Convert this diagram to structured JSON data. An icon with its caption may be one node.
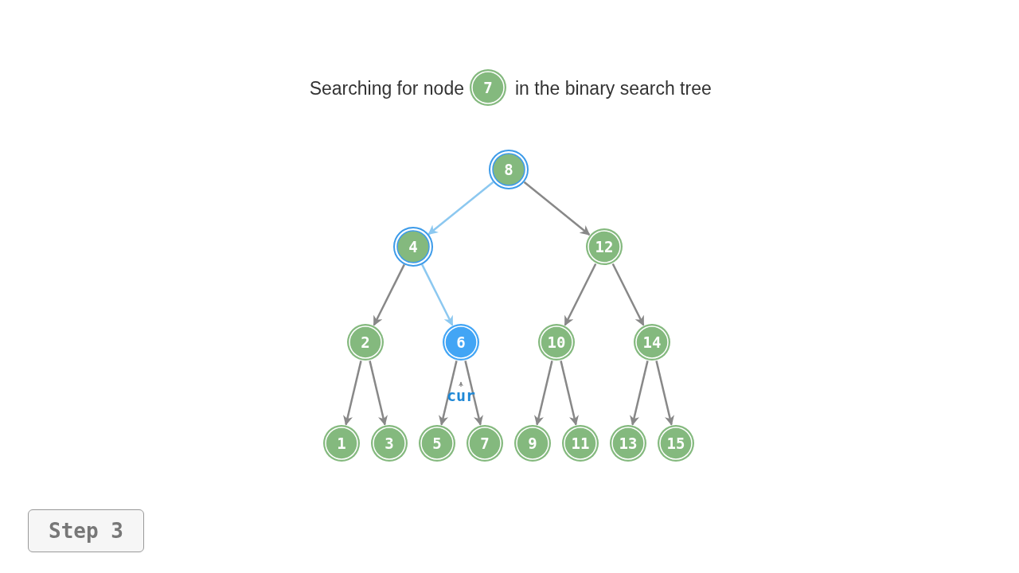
{
  "diagram": {
    "nodes": [
      {
        "text": [
          "8"
        ]
      },
      {
        "text": [
          "4"
        ]
      },
      {
        "text": [
          "12"
        ]
      },
      {
        "text": [
          "2"
        ]
      },
      {
        "text": [
          "6"
        ]
      },
      {
        "text": [
          "10"
        ]
      },
      {
        "text": [
          "14"
        ]
      },
      {
        "text": [
          "1"
        ]
      },
      {
        "text": [
          "3"
        ]
      },
      {
        "text": [
          "5"
        ]
      },
      {
        "text": [
          "7"
        ]
      },
      {
        "text": [
          "9"
        ]
      },
      {
        "text": [
          "11"
        ]
      },
      {
        "text": [
          "13"
        ]
      },
      {
        "text": [
          "15"
        ]
      },
      {
        "text": [
          "7"
        ]
      },
      {
        "text": [
          "Step 3"
        ]
      },
      {
        "text": [
          "cur"
        ]
      }
    ],
    "edges": [
      {
        "from": 0,
        "to": 1,
        "arrow": "to",
        "color": "#8cc8f0"
      },
      {
        "from": 0,
        "to": 2,
        "arrow": "to"
      },
      {
        "from": 1,
        "to": 3,
        "arrow": "to"
      },
      {
        "from": 1,
        "to": 4,
        "arrow": "to",
        "color": "#8cc8f0"
      },
      {
        "from": 2,
        "to": 5,
        "arrow": "to"
      },
      {
        "from": 2,
        "to": 6,
        "arrow": "to"
      },
      {
        "from": 3,
        "to": 7,
        "arrow": "to"
      },
      {
        "from": 3,
        "to": 8,
        "arrow": "to"
      },
      {
        "from": 4,
        "to": 9,
        "arrow": "to"
      },
      {
        "from": 4,
        "to": 10,
        "arrow": "to"
      },
      {
        "from": 5,
        "to": 11,
        "arrow": "to"
      },
      {
        "from": 5,
        "to": 12,
        "arrow": "to"
      },
      {
        "from": 6,
        "to": 13,
        "arrow": "to"
      },
      {
        "from": 6,
        "to": 14,
        "arrow": "to"
      },
      {
        "from": 17,
        "to": 4,
        "arrow": "to"
      }
    ],
    "labels": [
      "Searching for node",
      "in the binary search tree"
    ]
  }
}
